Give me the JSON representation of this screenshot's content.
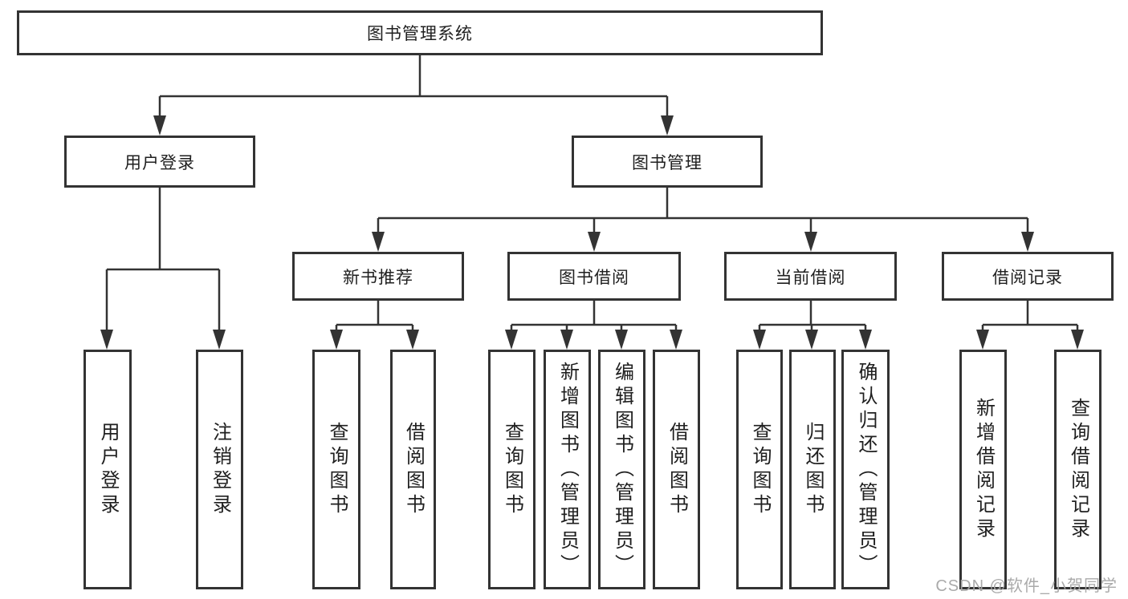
{
  "tree": {
    "root": {
      "label": "图书管理系统"
    },
    "branches": [
      {
        "label": "用户登录",
        "children": [
          {
            "label": "用户登录"
          },
          {
            "label": "注销登录"
          }
        ]
      },
      {
        "label": "图书管理",
        "children": [
          {
            "label": "新书推荐",
            "children": [
              {
                "label": "查询图书"
              },
              {
                "label": "借阅图书"
              }
            ]
          },
          {
            "label": "图书借阅",
            "children": [
              {
                "label": "查询图书"
              },
              {
                "label": "新增图书（管理员）"
              },
              {
                "label": "编辑图书（管理员）"
              },
              {
                "label": "借阅图书"
              }
            ]
          },
          {
            "label": "当前借阅",
            "children": [
              {
                "label": "查询图书"
              },
              {
                "label": "归还图书"
              },
              {
                "label": "确认归还（管理员）"
              }
            ]
          },
          {
            "label": "借阅记录",
            "children": [
              {
                "label": "新增借阅记录"
              },
              {
                "label": "查询借阅记录"
              }
            ]
          }
        ]
      }
    ]
  },
  "watermark": {
    "text": "CSDN @软件_小贺同学"
  },
  "colors": {
    "line": "#333333",
    "box_border": "#333333",
    "text": "#1f1f1f",
    "watermark": "#a5a5a5",
    "background": "#ffffff"
  }
}
